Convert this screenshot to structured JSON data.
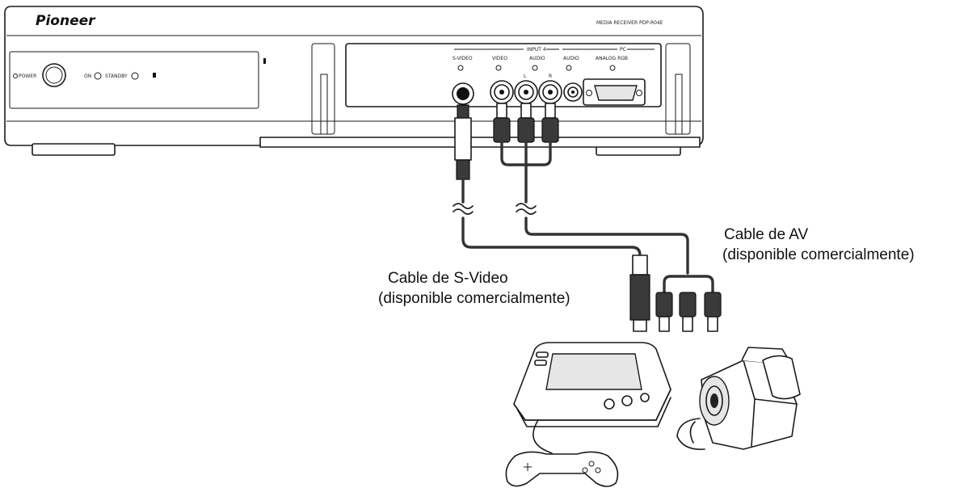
{
  "device": {
    "brand": "Pioneer",
    "model": "MEDIA RECEIVER PDP-R04E",
    "power_label": "POWER",
    "on_label": "ON",
    "standby_label": "STANDBY",
    "input_group": "INPUT 4",
    "svideo_label": "S-VIDEO",
    "video_label": "VIDEO",
    "audio_label": "AUDIO",
    "audio_l": "L",
    "audio_r": "R",
    "pc_group": "PC",
    "pc_audio_label": "AUDIO",
    "pc_analog_label": "ANALOG RGB"
  },
  "callouts": {
    "svideo_line1": "Cable de S-Video",
    "svideo_line2": "(disponible comercialmente)",
    "av_line1": "Cable de AV",
    "av_line2": "(disponible comercialmente)"
  }
}
